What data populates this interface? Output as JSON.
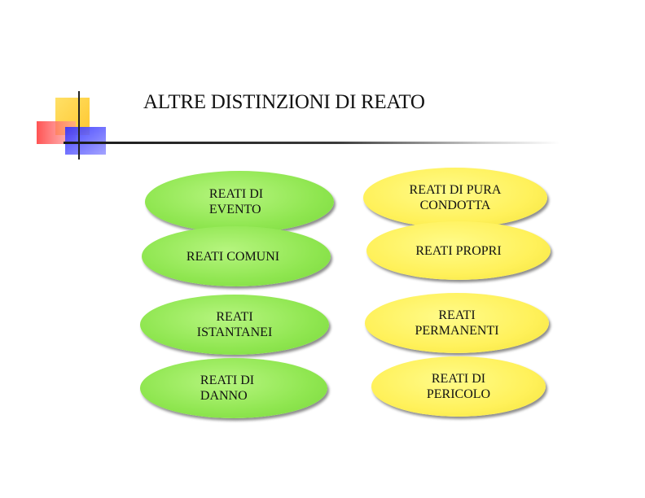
{
  "slide": {
    "title": "ALTRE DISTINZIONI DI REATO",
    "colors": {
      "green": "#8fe650",
      "yellow": "#fff15a",
      "deco_yellow": "#ffd84a",
      "deco_red": "#ff5a5a",
      "deco_blue": "#3a3aff"
    },
    "ovals": [
      {
        "label": "REATI DI\nEVENTO"
      },
      {
        "label": "REATI DI PURA\nCONDOTTA"
      },
      {
        "label": "REATI COMUNI"
      },
      {
        "label": "REATI PROPRI"
      },
      {
        "label": "REATI\nISTANTANEI"
      },
      {
        "label": "REATI\nPERMANENTI"
      },
      {
        "label": "REATI DI\nDANNO"
      },
      {
        "label": "REATI DI\nPERICOLO"
      }
    ]
  }
}
